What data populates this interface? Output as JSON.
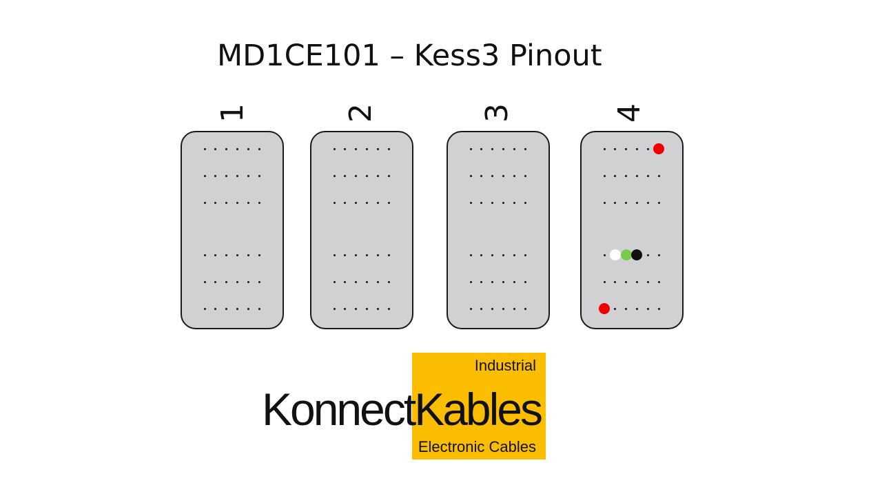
{
  "title": "MD1CE101 – Kess3 Pinout",
  "connectors": [
    {
      "label": "1",
      "rows": [
        6,
        6,
        6,
        6,
        6,
        6
      ],
      "wires": []
    },
    {
      "label": "2",
      "rows": [
        6,
        6,
        6,
        6,
        6,
        6
      ],
      "wires": []
    },
    {
      "label": "3",
      "rows": [
        6,
        6,
        6,
        6,
        6,
        6
      ],
      "wires": []
    },
    {
      "label": "4",
      "rows": [
        6,
        6,
        6,
        6,
        6,
        6
      ],
      "wires": [
        {
          "row": 1,
          "pin": 6,
          "color": "#ee0000"
        },
        {
          "row": 4,
          "pin": 2,
          "color": "#ffffff"
        },
        {
          "row": 4,
          "pin": 3,
          "color": "#7ac94a"
        },
        {
          "row": 4,
          "pin": 4,
          "color": "#111111"
        },
        {
          "row": 6,
          "pin": 1,
          "color": "#ee0000"
        }
      ]
    }
  ],
  "logo": {
    "brand_left": "Konnect",
    "brand_right": "Kables",
    "top_text": "Industrial",
    "bottom_text": "Electronic Cables",
    "accent_color": "#fbbd00"
  }
}
